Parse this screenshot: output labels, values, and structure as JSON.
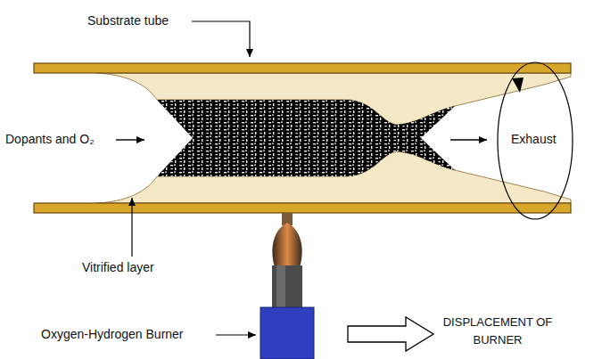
{
  "diagram": {
    "labels": [
      "Substrate tube",
      "Dopants and O₂",
      "Exhaust",
      "Vitrified layer",
      "Oxygen-Hydrogen Burner",
      "DISPLACEMENT OF BURNER"
    ]
  }
}
